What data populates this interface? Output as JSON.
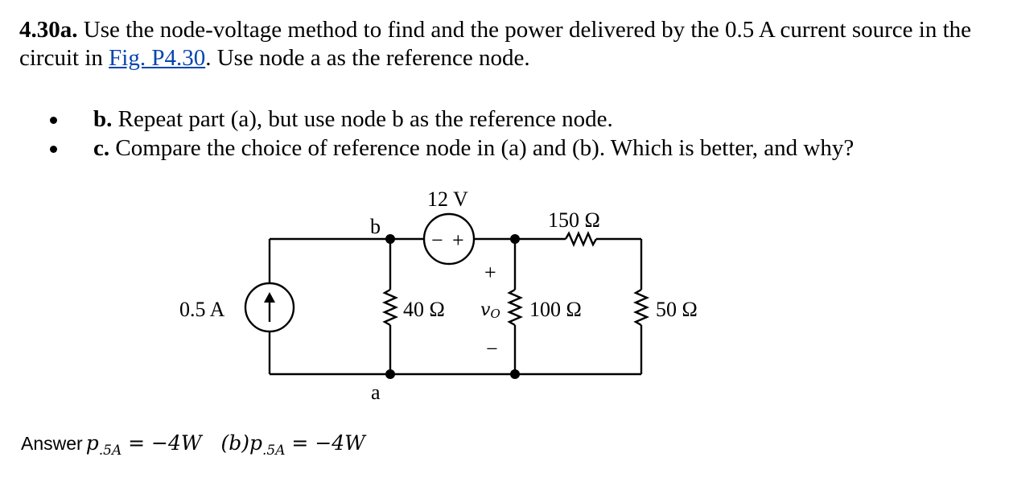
{
  "problem": {
    "number": "4.30a.",
    "text_before_link": " Use the node-voltage method to find and the power delivered by the 0.5 A current source in the circuit in ",
    "link_text": "Fig. P4.30",
    "text_after_link": ". Use node a as the reference node."
  },
  "parts": [
    {
      "label": "b.",
      "text": " Repeat part (a), but use node b as the reference node."
    },
    {
      "label": "c.",
      "text": " Compare the choice of reference node in (a) and (b). Which is better, and why?"
    }
  ],
  "circuit": {
    "source_current": "0.5 A",
    "voltage_source": "12 V",
    "vs_minus": "−",
    "vs_plus": "+",
    "node_b": "b",
    "node_a": "a",
    "r_top": "150 Ω",
    "r_40": "40 Ω",
    "r_100": "100 Ω",
    "r_50": "50 Ω",
    "vo_plus": "+",
    "vo_minus": "−",
    "vo_label": "v",
    "vo_sub": "O"
  },
  "answer": {
    "label": "Answer",
    "p_a": "p",
    "sub_a": ".5A",
    "eq_a": " = −4W   ",
    "part_b": "(b)",
    "p_b": "p",
    "sub_b": ".5A",
    "eq_b": " = −4W"
  }
}
